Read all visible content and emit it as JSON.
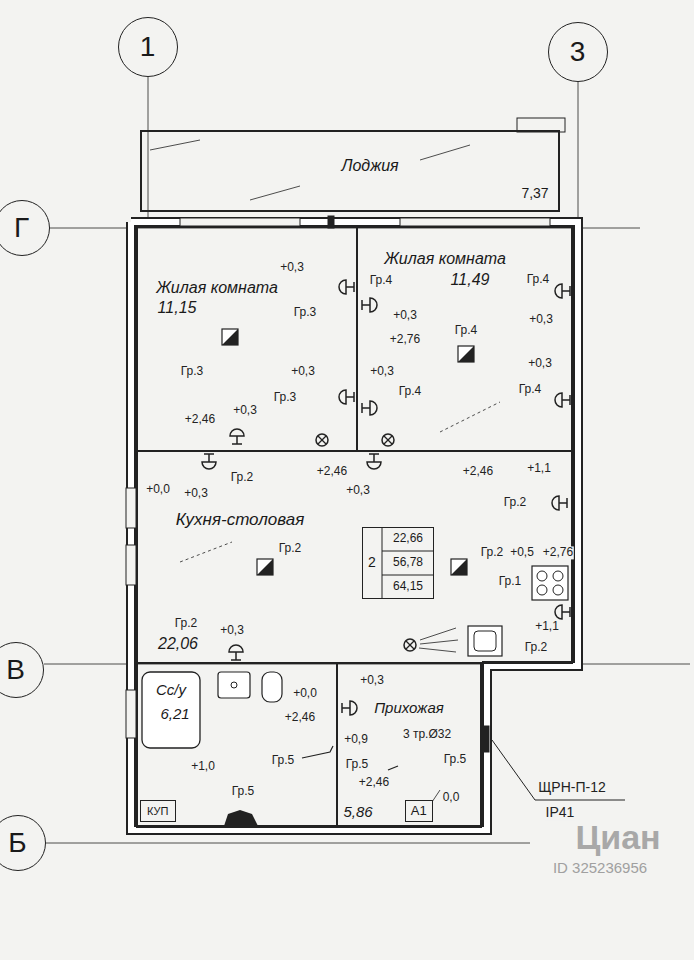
{
  "diagram": {
    "nodes": [
      {
        "text": [
          "1"
        ]
      },
      {
        "text": [
          "3"
        ]
      },
      {
        "text": [
          "Лоджия",
          "7,37"
        ]
      },
      {
        "text": [
          "Г"
        ]
      },
      {
        "text": [
          "Жилая комната",
          "11,15"
        ]
      },
      {
        "text": [
          "Жилая комната",
          "11,49"
        ]
      },
      {
        "text": [
          "Кухня-столовая",
          "22,06"
        ]
      },
      {
        "text": [
          "2",
          "22,66",
          "56,78",
          "64,15"
        ],
        "in": 6
      },
      {
        "text": [
          "В"
        ]
      },
      {
        "text": [
          "Сс/у",
          "6,21"
        ]
      },
      {
        "text": [
          "КУП"
        ],
        "in": 9
      },
      {
        "text": [
          "Прихожая",
          "5,86"
        ]
      },
      {
        "text": [
          "А1"
        ],
        "in": 11
      },
      {
        "text": [
          "Б"
        ]
      }
    ],
    "labels": [
      "+0,3",
      "Гр.3",
      "Гр.4",
      "+0,3",
      "Гр.4",
      "+0,3",
      "+2,76",
      "Гр.4",
      "Гр.3",
      "+0,3",
      "Гр.3",
      "+0,3",
      "Гр.4",
      "+0,3",
      "Гр.4",
      "+2,46",
      "+0,3",
      "+2,46",
      "Гр.2",
      "+0,0",
      "+0,3",
      "+0,3",
      "+2,46",
      "+1,1",
      "Гр.2",
      "Гр.2",
      "Гр.2",
      "+0,5",
      "+2,76",
      "Гр.1",
      "+1,1",
      "Гр.2",
      "+0,3",
      "Гр.2",
      "+0,3",
      "+0,0",
      "+2,46",
      "+0,9",
      "3 тр.Ø32",
      "Гр.5",
      "Гр.5",
      "Гр.5",
      "+2,46",
      "+1,0",
      "Гр.5",
      "0,0",
      "ЩРН-П-12",
      "IP41",
      "Циан",
      "ID 325236956"
    ]
  }
}
